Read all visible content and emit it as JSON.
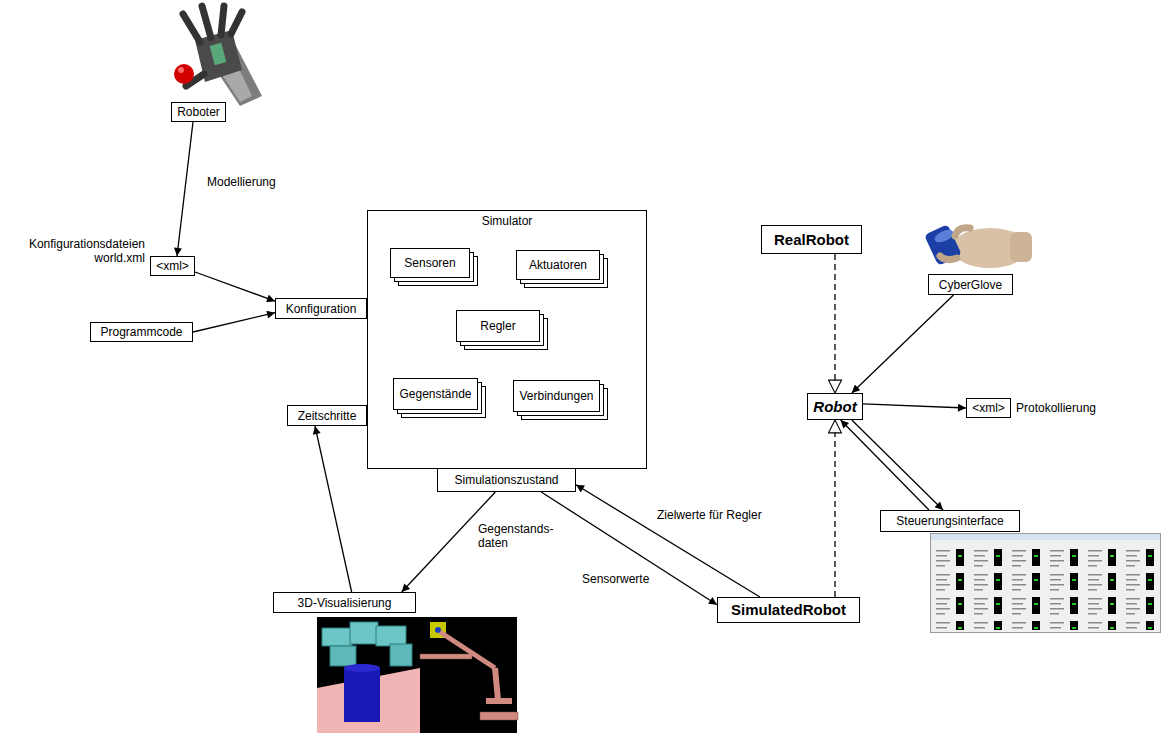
{
  "diagram": {
    "nodes": [
      {
        "text": [
          "Roboter"
        ]
      },
      {
        "text": [
          "<xml>"
        ]
      },
      {
        "text": [
          "Simulator"
        ]
      },
      {
        "text": [
          "Sensoren"
        ],
        "in": 2
      },
      {
        "text": [
          "Aktuatoren"
        ],
        "in": 2
      },
      {
        "text": [
          "Regler"
        ],
        "in": 2
      },
      {
        "text": [
          "Gegenstände"
        ],
        "in": 2
      },
      {
        "text": [
          "Verbindungen"
        ],
        "in": 2
      },
      {
        "text": [
          "Konfiguration"
        ]
      },
      {
        "text": [
          "Programmcode"
        ]
      },
      {
        "text": [
          "Zeitschritte"
        ]
      },
      {
        "text": [
          "Simulationszustand"
        ]
      },
      {
        "text": [
          "3D-Visualisierung"
        ]
      },
      {
        "text": [
          "SimulatedRobot"
        ]
      },
      {
        "text": [
          "RealRobot"
        ]
      },
      {
        "text": [
          "CyberGlove"
        ]
      },
      {
        "text": [
          "Robot"
        ]
      },
      {
        "text": [
          "<xml>"
        ]
      },
      {
        "text": [
          "Steuerungsinterface"
        ]
      }
    ],
    "edges": [
      {
        "from": 0,
        "to": 1,
        "label": "Modellierung",
        "arrow": "to"
      },
      {
        "from": 1,
        "to": 8,
        "arrow": "to"
      },
      {
        "from": 9,
        "to": 8,
        "arrow": "to"
      },
      {
        "from": 11,
        "to": 12,
        "label": "Gegenstands- daten",
        "arrow": "to"
      },
      {
        "from": 12,
        "to": 10,
        "arrow": "to"
      },
      {
        "from": 13,
        "to": 11,
        "label": "Zielwerte für Regler",
        "arrow": "to"
      },
      {
        "from": 11,
        "to": 13,
        "label": "Sensorwerte",
        "arrow": "to"
      },
      {
        "from": 14,
        "to": 16,
        "arrow": "to"
      },
      {
        "from": 13,
        "to": 16,
        "arrow": "to"
      },
      {
        "from": 15,
        "to": 16,
        "arrow": "to"
      },
      {
        "from": 16,
        "to": 17,
        "arrow": "to"
      },
      {
        "from": 16,
        "to": 18,
        "arrow": "to"
      },
      {
        "from": 18,
        "to": 16,
        "arrow": "to"
      }
    ],
    "labels": [
      "Konfigurationsdateien world.xml",
      "Protokollierung"
    ]
  }
}
